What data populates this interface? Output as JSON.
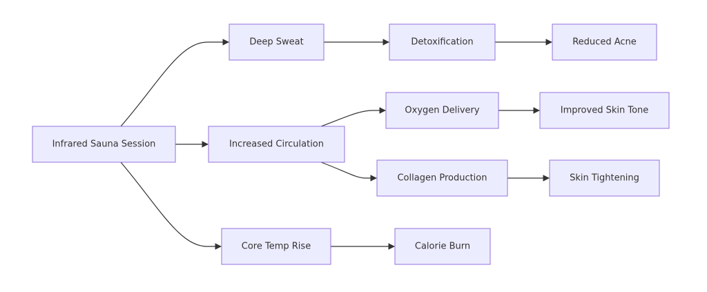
{
  "diagram": {
    "type": "flowchart",
    "nodes": {
      "infrared": "Infrared Sauna Session",
      "sweat": "Deep Sweat",
      "detox": "Detoxification",
      "acne": "Reduced Acne",
      "circulation": "Increased Circulation",
      "oxygen": "Oxygen Delivery",
      "skin_tone": "Improved Skin Tone",
      "collagen": "Collagen Production",
      "tightening": "Skin Tightening",
      "core_temp": "Core Temp Rise",
      "calorie": "Calorie Burn"
    },
    "edges": [
      [
        "infrared",
        "sweat"
      ],
      [
        "infrared",
        "circulation"
      ],
      [
        "infrared",
        "core_temp"
      ],
      [
        "sweat",
        "detox"
      ],
      [
        "detox",
        "acne"
      ],
      [
        "circulation",
        "oxygen"
      ],
      [
        "circulation",
        "collagen"
      ],
      [
        "oxygen",
        "skin_tone"
      ],
      [
        "collagen",
        "tightening"
      ],
      [
        "core_temp",
        "calorie"
      ]
    ],
    "colors": {
      "node_fill": "#ECECFF",
      "node_border": "#9370DB",
      "edge": "#333333",
      "text": "#333333"
    }
  }
}
